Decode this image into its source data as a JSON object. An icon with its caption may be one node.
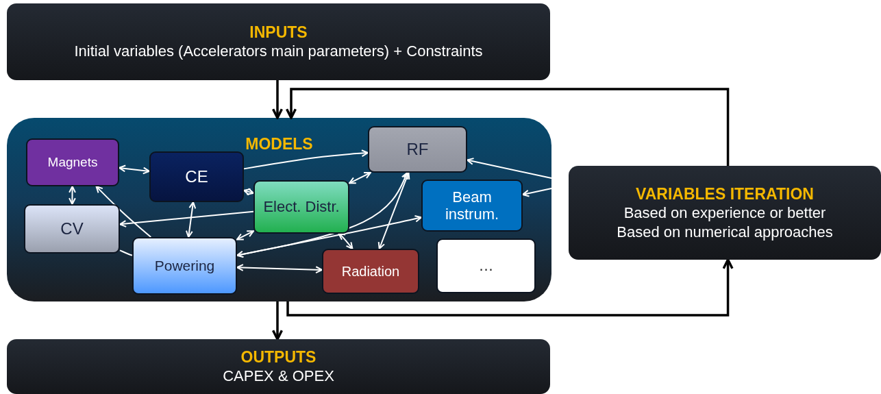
{
  "diagram": {
    "nodes": [
      {
        "text": [
          "INPUTS",
          "Initial variables (Accelerators main parameters) + Constraints"
        ]
      },
      {
        "text": [
          "MODELS"
        ]
      },
      {
        "text": [
          "Magnets"
        ],
        "in": 1
      },
      {
        "text": [
          "CE"
        ],
        "in": 1
      },
      {
        "text": [
          "RF"
        ],
        "in": 1
      },
      {
        "text": [
          "Elect. Distr."
        ],
        "in": 1
      },
      {
        "text": [
          "Beam instrum."
        ],
        "in": 1
      },
      {
        "text": [
          "CV"
        ],
        "in": 1
      },
      {
        "text": [
          "Powering"
        ],
        "in": 1
      },
      {
        "text": [
          "Radiation"
        ],
        "in": 1
      },
      {
        "text": [
          "…"
        ],
        "in": 1
      },
      {
        "text": [
          "VARIABLES ITERATION",
          "Based on experience or better",
          "Based on numerical approaches"
        ]
      },
      {
        "text": [
          "OUTPUTS",
          "CAPEX & OPEX"
        ]
      }
    ],
    "edges": [
      {
        "from": 0,
        "to": 1,
        "arrow": "to",
        "color": "#000000"
      },
      {
        "from": 1,
        "to": 12,
        "arrow": "to",
        "color": "#000000"
      },
      {
        "from": 1,
        "to": 11,
        "arrow": "to",
        "color": "#000000"
      },
      {
        "from": 11,
        "to": 1,
        "arrow": "to",
        "color": "#000000"
      },
      {
        "from": 2,
        "to": 7,
        "arrow": "both"
      },
      {
        "from": 2,
        "to": 3,
        "arrow": "both"
      },
      {
        "from": 8,
        "to": 2,
        "arrow": "to"
      },
      {
        "from": 7,
        "to": 8,
        "arrow": "none"
      },
      {
        "from": 5,
        "to": 3,
        "arrow": "both"
      },
      {
        "from": 3,
        "to": 4,
        "arrow": "to"
      },
      {
        "from": 5,
        "to": 4,
        "arrow": "both"
      },
      {
        "from": null,
        "to": 4,
        "arrow": "to"
      },
      {
        "from": null,
        "to": 6,
        "arrow": "to"
      },
      {
        "from": 8,
        "to": 3,
        "arrow": "both"
      },
      {
        "from": 5,
        "to": 7,
        "arrow": "to"
      },
      {
        "from": 8,
        "to": 5,
        "arrow": "both"
      },
      {
        "from": 8,
        "to": 9,
        "arrow": "both"
      },
      {
        "from": 8,
        "to": 4,
        "arrow": "both"
      },
      {
        "from": 9,
        "to": 5,
        "arrow": "both"
      },
      {
        "from": 4,
        "to": 9,
        "arrow": "both"
      },
      {
        "from": 8,
        "to": 6,
        "arrow": "to"
      }
    ]
  }
}
